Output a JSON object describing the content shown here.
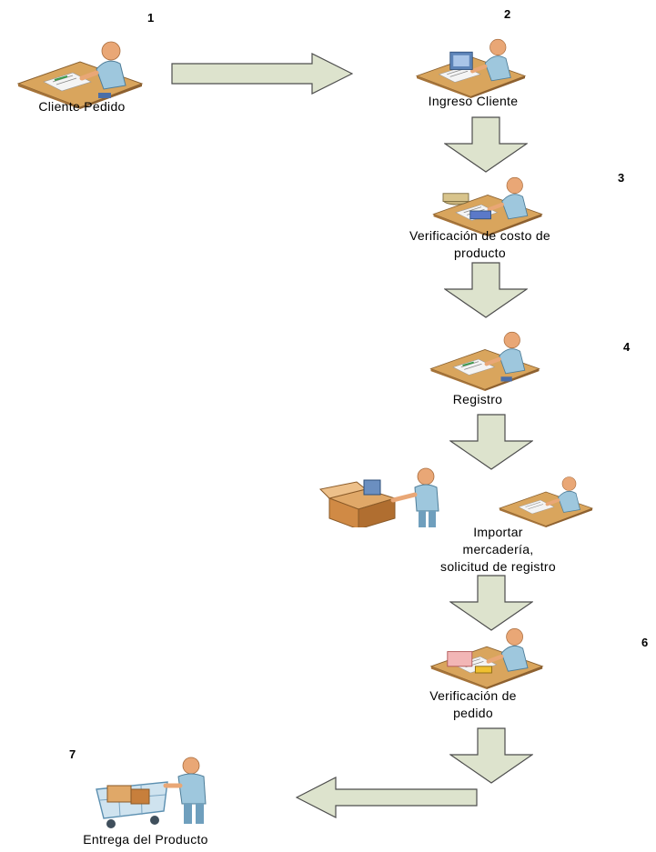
{
  "steps": [
    {
      "number": "1",
      "label": "Cliente Pedido"
    },
    {
      "number": "2",
      "label": "Ingreso Cliente"
    },
    {
      "number": "3",
      "label": "Verificación de costo de producto"
    },
    {
      "number": "4",
      "label": "Registro"
    },
    {
      "number": "",
      "label": "Importar mercadería, solicitud de registro"
    },
    {
      "number": "6",
      "label": "Verificación de pedido"
    },
    {
      "number": "7",
      "label": "Entrega del Producto"
    }
  ],
  "colors": {
    "arrow_fill": "#dde3cd",
    "arrow_stroke": "#4d4d4d",
    "desk": "#d9a55d",
    "person_shirt": "#9ec7dd",
    "person_skin": "#e9a776"
  },
  "icons": [
    "desk-worker-icon",
    "computer-desk-worker-icon",
    "cash-register-worker-icon",
    "box-delivery-worker-icon",
    "shopping-cart-worker-icon"
  ]
}
